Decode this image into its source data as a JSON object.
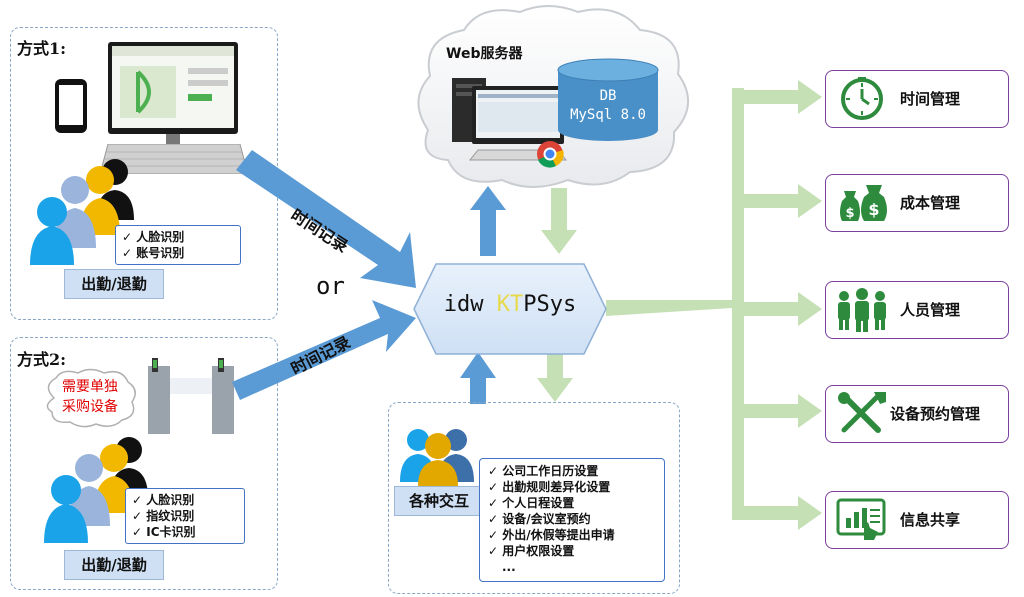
{
  "method1": {
    "title": "方式1:",
    "checks": [
      "人脸识别",
      "账号识别"
    ],
    "tag": "出勤/退勤"
  },
  "method2": {
    "title": "方式2:",
    "bubble": "需要单独采购设备",
    "checks": [
      "人脸识别",
      "指纹识别",
      "IC卡识别"
    ],
    "tag": "出勤/退勤"
  },
  "time_record_1": "时间记录",
  "time_record_2": "时间记录",
  "or_text": "or",
  "server": {
    "title": "Web服务器",
    "db_line1": "DB",
    "db_line2": "MySql 8.0"
  },
  "system": {
    "prefix": "idw ",
    "kt": "KT",
    "suffix": "PSys"
  },
  "interaction": {
    "tag": "各种交互",
    "items": [
      "公司工作日历设置",
      "出勤规则差异化设置",
      "个人日程设置",
      "设备/会议室预约",
      "外出/休假等提出申请",
      "用户权限设置",
      "..."
    ]
  },
  "modules": [
    {
      "label": "时间管理",
      "icon": "clock-icon"
    },
    {
      "label": "成本管理",
      "icon": "money-bags-icon"
    },
    {
      "label": "人员管理",
      "icon": "people-group-icon"
    },
    {
      "label": "设备预约管理",
      "icon": "tools-icon"
    },
    {
      "label": "信息共享",
      "icon": "tablet-chart-icon"
    }
  ],
  "colors": {
    "blue_arrow": "#5b9bd5",
    "green_arrow": "#c5e0b4",
    "module_border": "#7b3f9e",
    "icon_green": "#2e8b3e",
    "db_blue": "#4a90c8"
  }
}
